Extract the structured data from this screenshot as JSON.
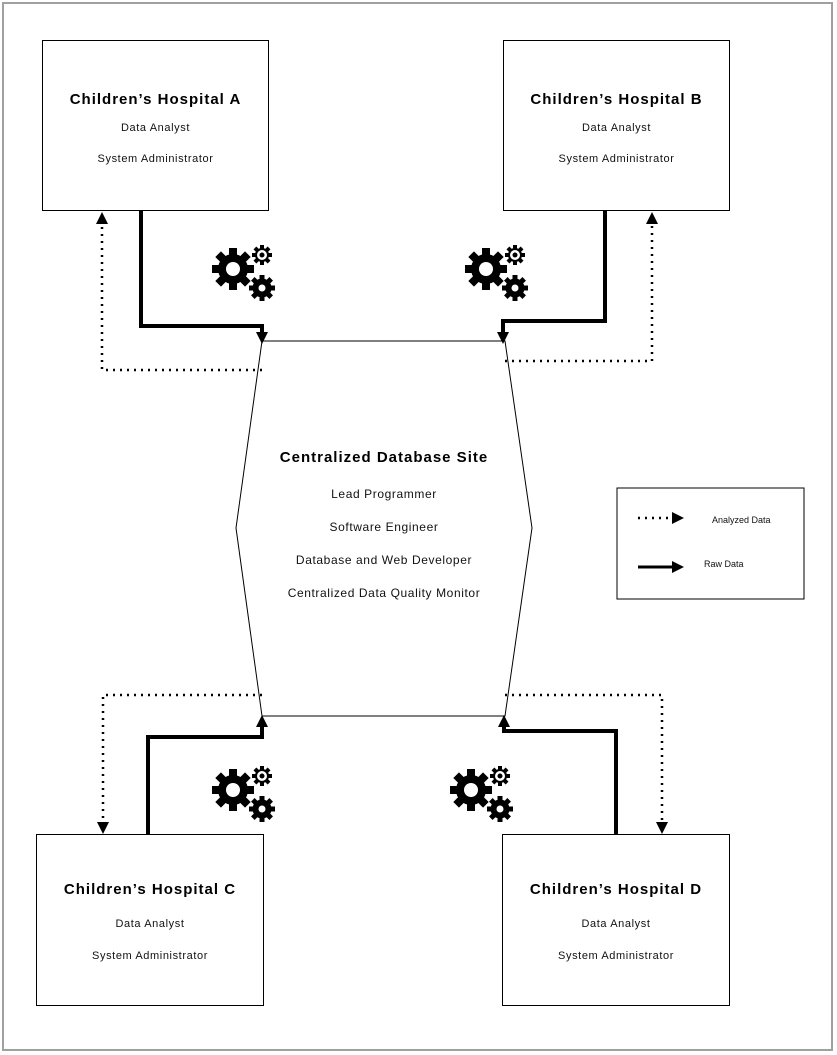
{
  "hospitals": [
    {
      "title": "Children’s Hospital A",
      "roles": [
        "Data Analyst",
        "System Administrator"
      ]
    },
    {
      "title": "Children’s Hospital B",
      "roles": [
        "Data Analyst",
        "System Administrator"
      ]
    },
    {
      "title": "Children’s Hospital C",
      "roles": [
        "Data Analyst",
        "System Administrator"
      ]
    },
    {
      "title": "Children’s Hospital D",
      "roles": [
        "Data Analyst",
        "System Administrator"
      ]
    }
  ],
  "hub": {
    "title": "Centralized Database Site",
    "roles": [
      "Lead Programmer",
      "Software Engineer",
      "Database and Web Developer",
      "Centralized Data Quality Monitor"
    ]
  },
  "legend": {
    "analyzed": "Analyzed Data",
    "raw": "Raw Data"
  },
  "icons": {
    "processing": "gears-icon"
  },
  "colors": {
    "stroke": "#000000",
    "frame": "#a0a0a0"
  }
}
